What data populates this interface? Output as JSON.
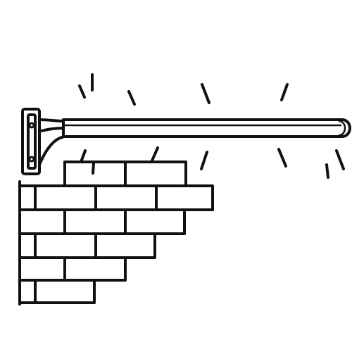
{
  "illustration": {
    "subject": "wall-mounted-grab-bar",
    "elements": {
      "wall": "brick-wall",
      "fixture": "mounting-bracket",
      "bar": "horizontal-rail",
      "effect": "vibration-marks"
    },
    "colors": {
      "ink": "#111111",
      "background": "#ffffff"
    }
  }
}
